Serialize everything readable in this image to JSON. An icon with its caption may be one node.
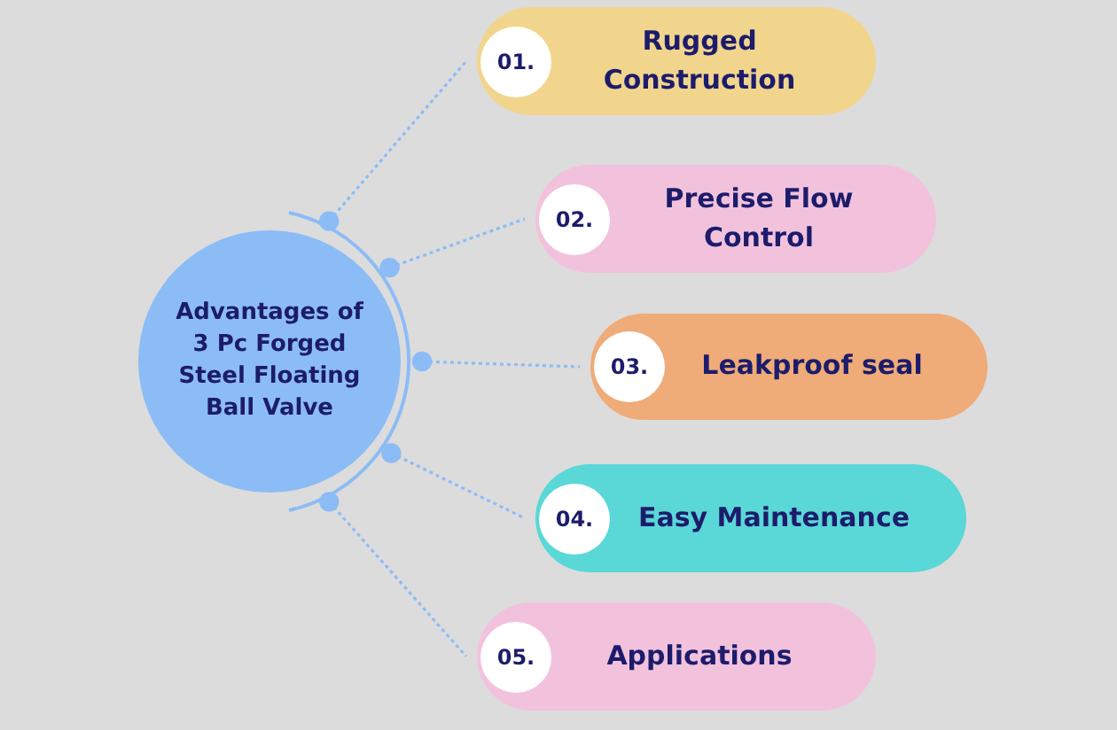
{
  "diagram": {
    "nodes": [
      {
        "text": [
          "Advantages of 3 Pc Forged Steel Floating Ball Valve"
        ]
      },
      {
        "text": [
          "01.",
          "Rugged Construction"
        ]
      },
      {
        "text": [
          "02.",
          "Precise Flow Control"
        ]
      },
      {
        "text": [
          "03.",
          "Leakproof seal"
        ]
      },
      {
        "text": [
          "04.",
          "Easy Maintenance"
        ]
      },
      {
        "text": [
          "05.",
          "Applications"
        ]
      }
    ],
    "edges": [
      {
        "from": 0,
        "to": 1,
        "arrow": "other",
        "style": "dashed"
      },
      {
        "from": 0,
        "to": 2,
        "arrow": "other",
        "style": "dashed"
      },
      {
        "from": 0,
        "to": 3,
        "arrow": "other",
        "style": "dashed"
      },
      {
        "from": 0,
        "to": 4,
        "arrow": "other",
        "style": "dashed"
      },
      {
        "from": 0,
        "to": 5,
        "arrow": "other",
        "style": "dashed"
      }
    ]
  }
}
